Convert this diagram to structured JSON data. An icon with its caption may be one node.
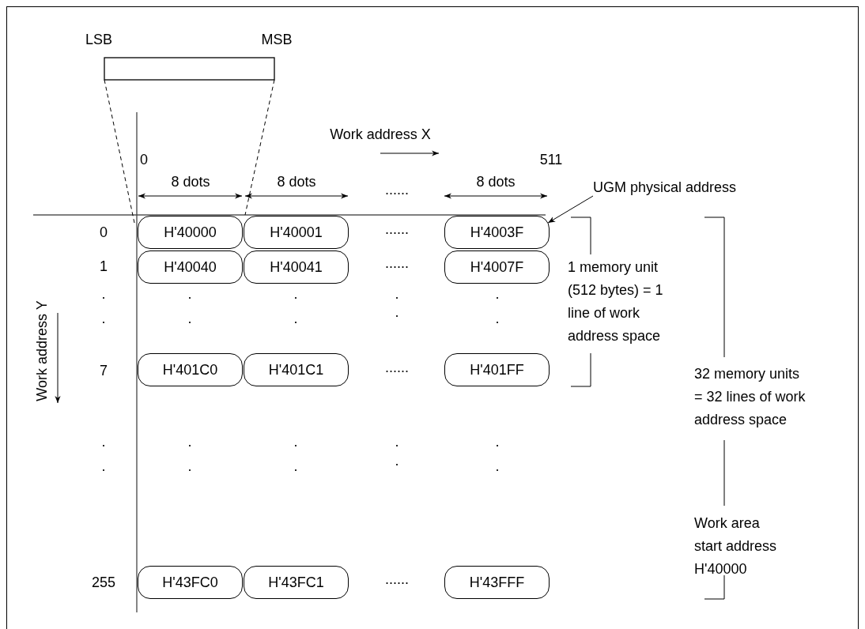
{
  "diagram": {
    "nodes": [
      {
        "text": [
          "UGM physical address"
        ]
      },
      {
        "text": [
          "H'40000"
        ]
      },
      {
        "text": [
          "H'40001"
        ]
      },
      {
        "text": [
          "H'4003F"
        ]
      },
      {
        "text": [
          "H'40040"
        ]
      },
      {
        "text": [
          "H'40041"
        ]
      },
      {
        "text": [
          "H'4007F"
        ]
      },
      {
        "text": [
          "H'401C0"
        ]
      },
      {
        "text": [
          "H'401C1"
        ]
      },
      {
        "text": [
          "H'401FF"
        ]
      },
      {
        "text": [
          "H'43FC0"
        ]
      },
      {
        "text": [
          "H'43FC1"
        ]
      },
      {
        "text": [
          "H'43FFF"
        ]
      }
    ],
    "edges": [
      {
        "from": 0,
        "to": 3,
        "arrow": "to"
      }
    ],
    "labels": [
      "LSB",
      "MSB",
      "Work address X",
      "0",
      "511",
      "8 dots",
      "8 dots",
      "......",
      "8 dots",
      "0",
      "......",
      "1",
      "......",
      "1 memory unit (512 bytes) = 1 line of work address space",
      ".",
      ".",
      ".",
      ".",
      ".",
      ".",
      ".",
      ".",
      ".",
      ".",
      "7",
      "......",
      "32 memory units = 32 lines of work address space",
      "Work address Y",
      ".",
      ".",
      ".",
      ".",
      ".",
      ".",
      ".",
      ".",
      ".",
      ".",
      "Work area start address H'40000",
      "255",
      "......"
    ]
  }
}
